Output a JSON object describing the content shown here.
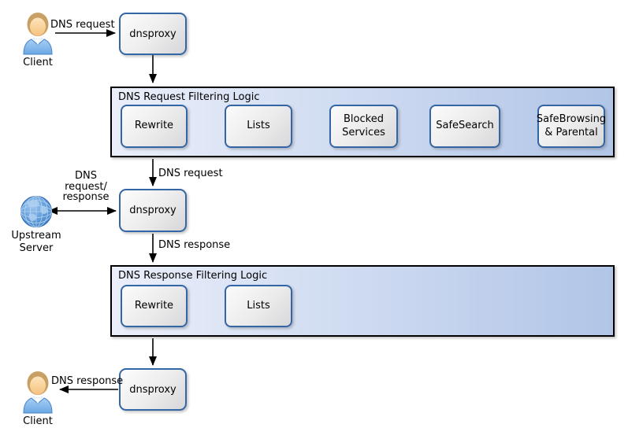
{
  "actors": {
    "client_top": {
      "label": "Client",
      "icon": "person-icon"
    },
    "upstream": {
      "label": "Upstream Server",
      "icon": "globe-icon"
    },
    "client_bottom": {
      "label": "Client",
      "icon": "person-icon"
    }
  },
  "proxies": {
    "top": "dnsproxy",
    "middle": "dnsproxy",
    "bottom": "dnsproxy"
  },
  "request_pipeline": {
    "title": "DNS Request Filtering Logic",
    "stages": [
      {
        "label": "Rewrite"
      },
      {
        "label": "Lists"
      },
      {
        "label": "Blocked Services"
      },
      {
        "label": "SafeSearch"
      },
      {
        "label": "SafeBrowsing & Parental"
      }
    ]
  },
  "response_pipeline": {
    "title": "DNS Response Filtering Logic",
    "stages": [
      {
        "label": "Rewrite"
      },
      {
        "label": "Lists"
      }
    ]
  },
  "edge_labels": {
    "client_to_proxy": "DNS request",
    "pipeline_to_proxy": "DNS request",
    "upstream_exchange": "DNS request/ response",
    "proxy_to_response_pipeline": "DNS response",
    "proxy_to_client": "DNS response"
  },
  "colors": {
    "node_border": "#3465a4",
    "container_border": "#000000",
    "container_left": "#eaeffa",
    "container_right": "#b1c5e7",
    "arrow": "#000000",
    "globe_blue": "#5b97d6",
    "shirt_blue": "#7db4ea",
    "hair_tan": "#c9a063",
    "skin": "#fcd7a5"
  }
}
